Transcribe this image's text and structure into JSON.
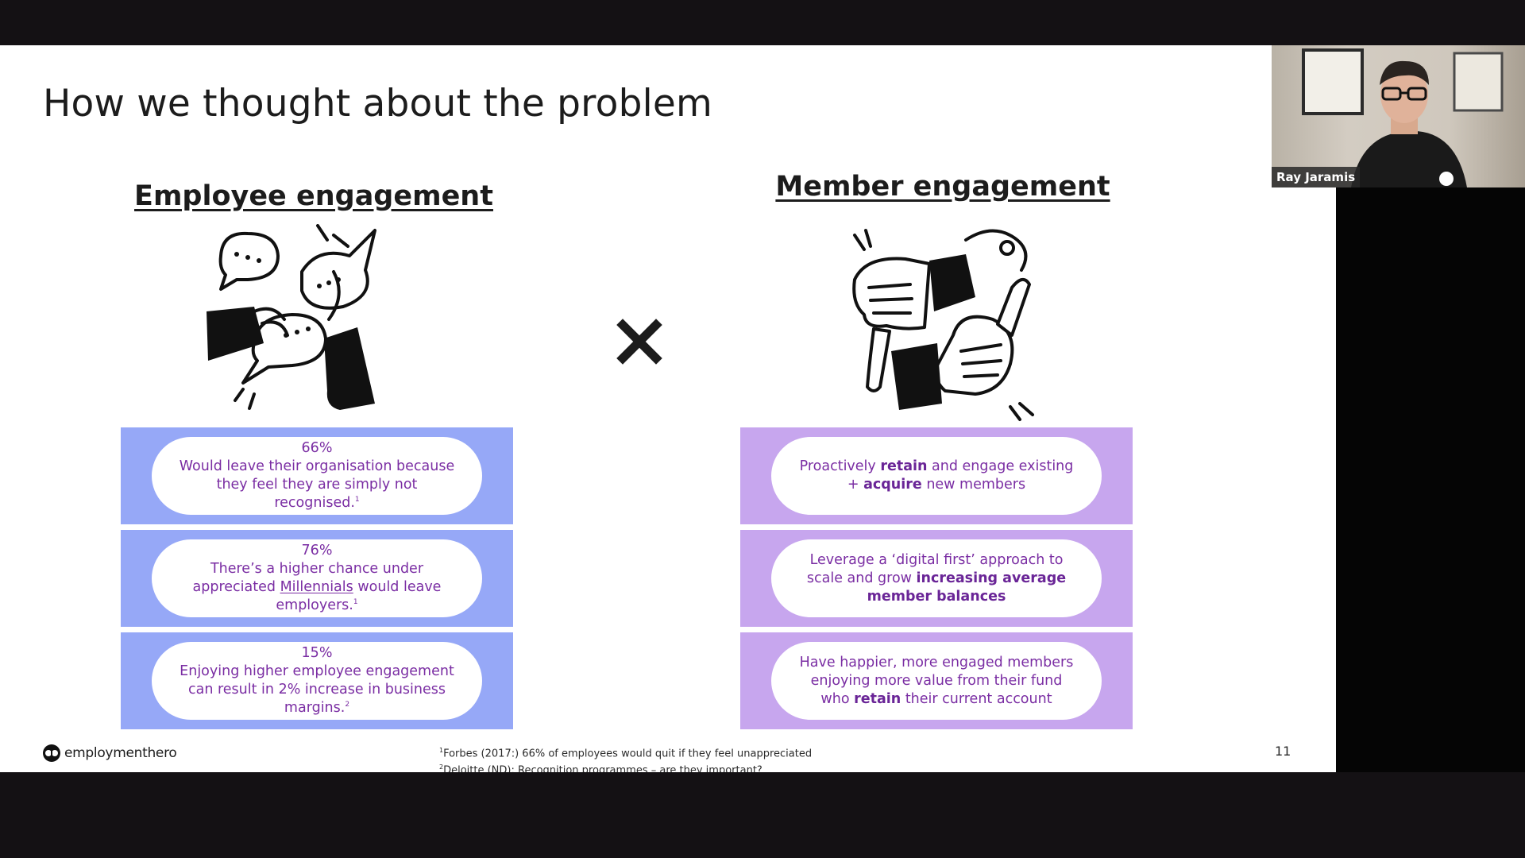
{
  "slide": {
    "title": "How we thought about the problem",
    "left": {
      "heading": "Employee engagement",
      "cards": [
        {
          "pct": "66%",
          "text": "Would leave their organisation because they feel they are simply not recognised.",
          "ref": "1"
        },
        {
          "pct": "76%",
          "text_before": "There’s a higher chance under appreciated ",
          "text_link": "Millennials",
          "text_after": " would leave employers.",
          "ref": "1"
        },
        {
          "pct": "15%",
          "text": "Enjoying higher employee engagement can result in 2% increase in business margins.",
          "ref": "2"
        }
      ]
    },
    "times_symbol": "X",
    "right": {
      "heading": "Member engagement",
      "cards": [
        {
          "p1": "Proactively ",
          "b1": "retain",
          "p2": " and engage existing + ",
          "b2": "acquire",
          "p3": " new members"
        },
        {
          "p1": "Leverage a ‘digital first’ approach to scale and grow ",
          "b1": "increasing average member balances"
        },
        {
          "p1": "Have happier, more engaged members enjoying more value from their fund who ",
          "b1": "retain",
          "p2": " their current account"
        }
      ]
    },
    "brand": "employmenthero",
    "footnotes": [
      {
        "num": "1",
        "text": "Forbes (2017:) 66% of employees would quit if they feel unappreciated"
      },
      {
        "num": "2",
        "text": "Deloitte (ND): Recognition programmes – are they important?"
      }
    ],
    "page_number": "11"
  },
  "video": {
    "participant_name": "Ray Jaramis"
  },
  "colors": {
    "blue_card": "#96a8f7",
    "purple_card": "#c7a6ee",
    "pill_text": "#7a2da3"
  }
}
